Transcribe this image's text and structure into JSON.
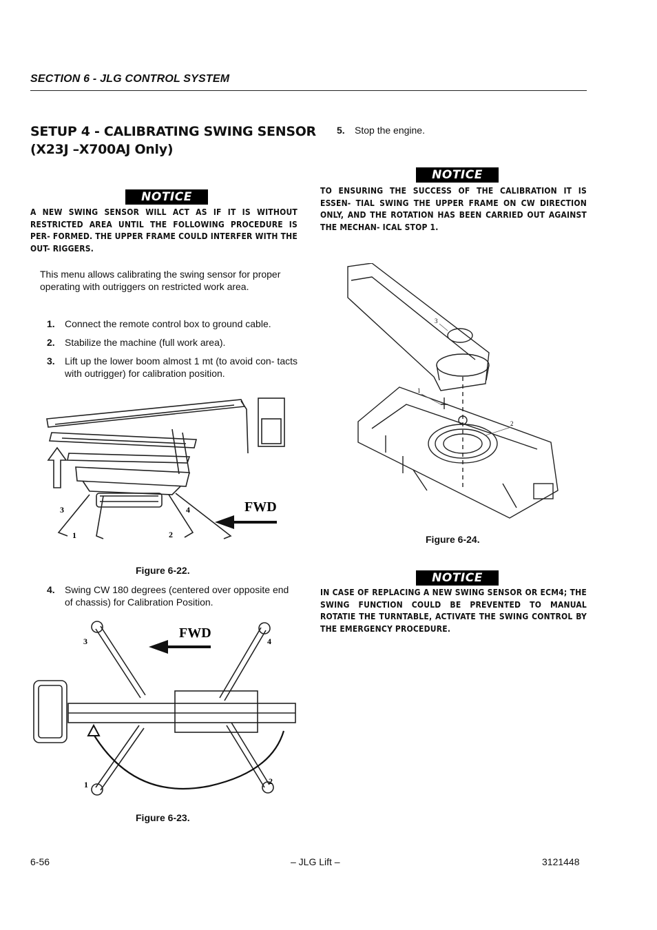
{
  "header": {
    "section": "SECTION 6 - JLG CONTROL SYSTEM"
  },
  "title": {
    "line1": "SETUP 4 - CALIBRATING SWING SENSOR",
    "line2": "(X23J –X700AJ Only)"
  },
  "notice_label": "NOTICE",
  "notice1": "A NEW SWING SENSOR WILL ACT AS IF IT IS WITHOUT RESTRICTED AREA UNTIL THE FOLLOWING PROCEDURE IS PER- FORMED. THE UPPER FRAME COULD INTERFER WITH THE OUT- RIGGERS.",
  "intro": "This menu allows calibrating the swing sensor for proper operating with outriggers on restricted work area.",
  "steps": [
    {
      "num": "1.",
      "text": "Connect the remote control box to ground cable."
    },
    {
      "num": "2.",
      "text": "Stabilize the machine (full work area)."
    },
    {
      "num": "3.",
      "text": "Lift up the lower boom almost 1 mt (to avoid con- tacts with outrigger) for calibration position."
    },
    {
      "num": "4.",
      "text": "Swing CW 180 degrees (centered over opposite end of chassis) for Calibration Position."
    },
    {
      "num": "5.",
      "text": "Stop the engine."
    }
  ],
  "figures": {
    "fig22": {
      "caption": "Figure 6-22.",
      "fwd": "FWD",
      "labels": [
        "3",
        "4",
        "1",
        "2"
      ]
    },
    "fig23": {
      "caption": "Figure 6-23.",
      "fwd": "FWD",
      "labels": [
        "3",
        "4",
        "1",
        "2"
      ]
    },
    "fig24": {
      "caption": "Figure 6-24.",
      "labels": [
        "3",
        "1",
        "2"
      ]
    }
  },
  "notice2": "TO ENSURING THE SUCCESS OF THE CALIBRATION IT IS ESSEN- TIAL SWING THE UPPER FRAME ON CW DIRECTION ONLY, AND THE ROTATION HAS BEEN CARRIED OUT AGAINST THE MECHAN- ICAL STOP 1.",
  "notice3": "IN CASE OF REPLACING A NEW SWING SENSOR OR ECM4; THE SWING FUNCTION COULD BE PREVENTED TO MANUAL ROTATIE THE TURNTABLE, ACTIVATE THE SWING CONTROL BY THE EMERGENCY PROCEDURE.",
  "footer": {
    "page": "6-56",
    "center": "– JLG Lift –",
    "doc": "3121448"
  }
}
